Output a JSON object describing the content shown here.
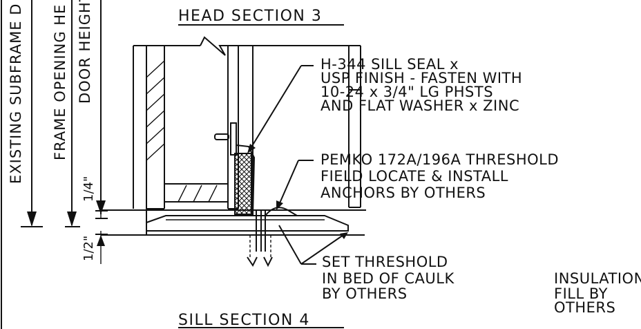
{
  "vertical_dims": {
    "subframe": "EXISTING SUBFRAME D",
    "frame_opening": "FRAME OPENING HE",
    "door_height": "DOOR HEIGHT"
  },
  "dims": {
    "upper": "1/4\"",
    "lower": "1/2\""
  },
  "titles": {
    "head": "HEAD SECTION 3",
    "sill": "SILL SECTION 4"
  },
  "notes": {
    "sill_seal": [
      "H-344 SILL SEAL x",
      "USP FINISH - FASTEN WITH",
      "10-24 x 3/4\" LG PHSTS",
      "AND FLAT WASHER x ZINC"
    ],
    "threshold": [
      "PEMKO 172A/196A THRESHOLD",
      "FIELD LOCATE & INSTALL",
      "ANCHORS BY OTHERS"
    ],
    "caulk": [
      "SET THRESHOLD",
      "IN BED OF CAULK",
      "BY OTHERS"
    ],
    "insulation": [
      "INSULATION",
      "FILL BY",
      "OTHERS"
    ]
  }
}
